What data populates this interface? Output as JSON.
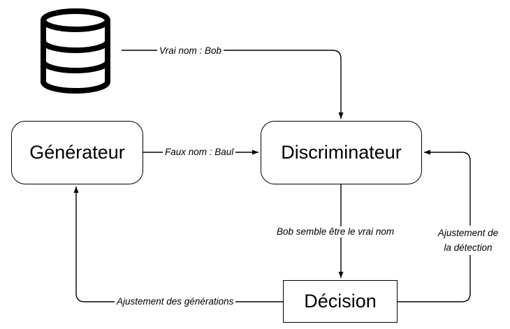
{
  "nodes": {
    "generator": "Générateur",
    "discriminator": "Discriminateur",
    "decision": "Décision",
    "data_source_icon": "database-icon"
  },
  "edges": {
    "real_name": "Vrai nom : Bob",
    "fake_name": "Faux nom : Baul",
    "decision_output": "Bob semble être le vrai nom",
    "generator_adjust": "Ajustement des générations",
    "detection_adjust_line1": "Ajustement de",
    "detection_adjust_line2": "la détection"
  }
}
